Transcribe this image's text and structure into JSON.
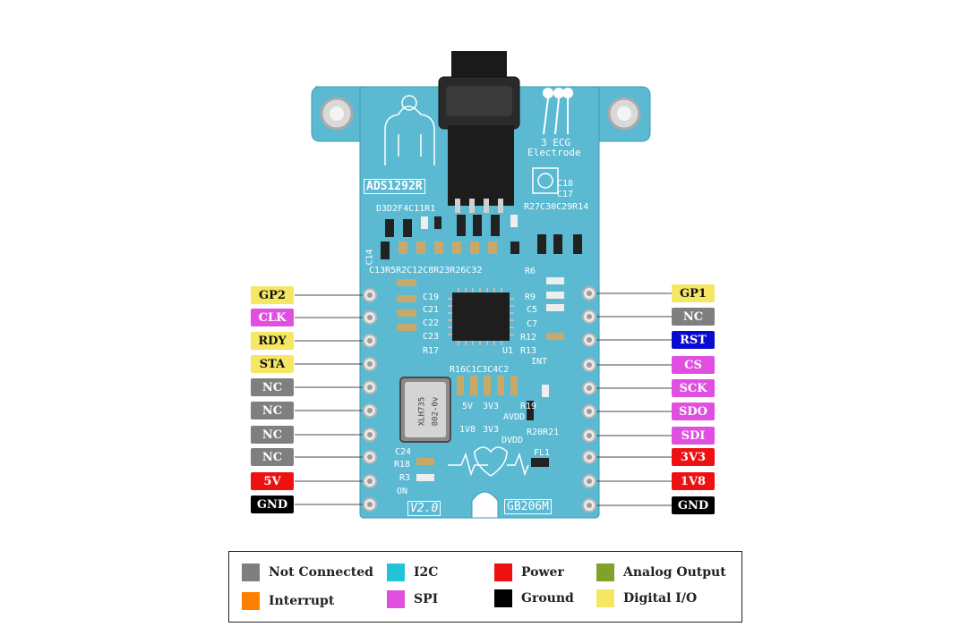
{
  "board": {
    "chip_label": "ADS1292R",
    "electrode_label_line1": "3 ECG",
    "electrode_label_line2": "Electrode",
    "version": "V2.0",
    "model": "GB206M",
    "silkscreen": {
      "top_row": "D3D2F4C11R1",
      "top_row2": "R27C30C29R14",
      "mid_row": "C13R5R2C12C8R23R26C32",
      "c18": "C18",
      "c17": "C17",
      "c14": "C14",
      "c19": "C19",
      "c21": "C21",
      "c22": "C22",
      "c23": "C23",
      "r17": "R17",
      "r9": "R9",
      "c5": "C5",
      "c7": "C7",
      "r12": "R12",
      "u1": "U1",
      "r13": "R13",
      "int": "INT",
      "r16": "R16C1C3C4C2",
      "r19": "R19",
      "r20": "R20R21",
      "avdd": "AVDD",
      "dvdd": "DVDD",
      "jp_5v": "5V",
      "jp_3v3a": "3V3",
      "jp_1v8": "1V8",
      "jp_3v3b": "3V3",
      "c24": "C24",
      "r18": "R18",
      "r3": "R3",
      "on": "ON",
      "fl1": "FL1",
      "xtal_line1": "XLH735",
      "xtal_line2": "002-0v",
      "r6": "R6"
    }
  },
  "left_pins": [
    {
      "label": "GP2",
      "color": "#f5e663",
      "text_color": "#111111"
    },
    {
      "label": "CLK",
      "color": "#e050e0",
      "text_color": "#ffffff"
    },
    {
      "label": "RDY",
      "color": "#f5e663",
      "text_color": "#111111"
    },
    {
      "label": "STA",
      "color": "#f5e663",
      "text_color": "#111111"
    },
    {
      "label": "NC",
      "color": "#7f7f7f",
      "text_color": "#ffffff"
    },
    {
      "label": "NC",
      "color": "#7f7f7f",
      "text_color": "#ffffff"
    },
    {
      "label": "NC",
      "color": "#7f7f7f",
      "text_color": "#ffffff"
    },
    {
      "label": "NC",
      "color": "#7f7f7f",
      "text_color": "#ffffff"
    },
    {
      "label": "5V",
      "color": "#ee1111",
      "text_color": "#ffffff"
    },
    {
      "label": "GND",
      "color": "#000000",
      "text_color": "#ffffff"
    }
  ],
  "right_pins": [
    {
      "label": "GP1",
      "color": "#f5e663",
      "text_color": "#111111"
    },
    {
      "label": "NC",
      "color": "#7f7f7f",
      "text_color": "#ffffff"
    },
    {
      "label": "RST",
      "color": "#0a0ad0",
      "text_color": "#ffffff"
    },
    {
      "label": "CS",
      "color": "#e050e0",
      "text_color": "#ffffff"
    },
    {
      "label": "SCK",
      "color": "#e050e0",
      "text_color": "#ffffff"
    },
    {
      "label": "SDO",
      "color": "#e050e0",
      "text_color": "#ffffff"
    },
    {
      "label": "SDI",
      "color": "#e050e0",
      "text_color": "#ffffff"
    },
    {
      "label": "3V3",
      "color": "#ee1111",
      "text_color": "#ffffff"
    },
    {
      "label": "1V8",
      "color": "#ee1111",
      "text_color": "#ffffff"
    },
    {
      "label": "GND",
      "color": "#000000",
      "text_color": "#ffffff"
    }
  ],
  "legend": [
    {
      "label": "Not Connected",
      "color": "#7f7f7f"
    },
    {
      "label": "I2C",
      "color": "#22c3d6"
    },
    {
      "label": "Power",
      "color": "#ee1111"
    },
    {
      "label": "Analog Output",
      "color": "#7fa32a"
    },
    {
      "label": "Interrupt",
      "color": "#ff8000"
    },
    {
      "label": "SPI",
      "color": "#e050e0"
    },
    {
      "label": "Ground",
      "color": "#000000"
    },
    {
      "label": "Digital I/O",
      "color": "#f5e663"
    }
  ],
  "colors": {
    "pcb": "#5cb9d2",
    "pcb_dark": "#3d9bb6"
  }
}
